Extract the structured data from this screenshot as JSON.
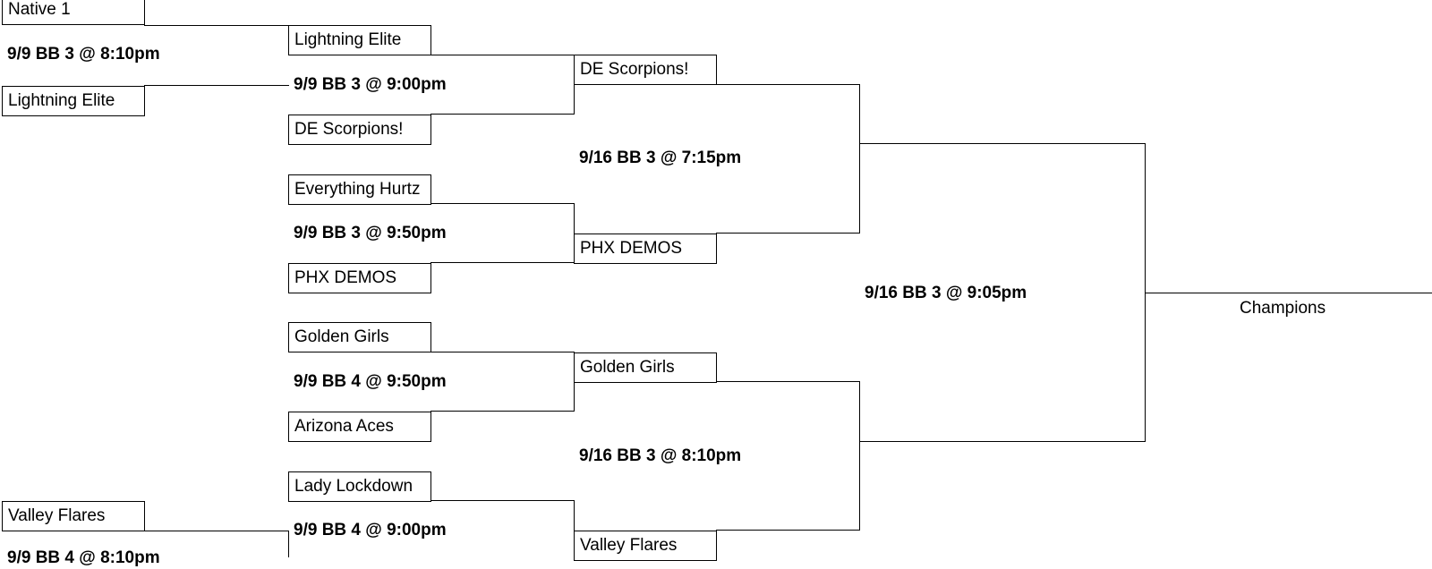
{
  "bracket": {
    "round1": {
      "top": {
        "team_a": "Native 1",
        "game": "9/9 BB 3 @ 8:10pm",
        "team_b": "Lightning Elite"
      },
      "bottom": {
        "team_a": "Valley Flares",
        "game": "9/9 BB 4 @ 8:10pm"
      }
    },
    "round2": [
      {
        "team_a": "Lightning Elite",
        "game": "9/9 BB 3 @ 9:00pm",
        "team_b": "DE Scorpions!"
      },
      {
        "team_a": "Everything Hurtz",
        "game": "9/9 BB 3 @ 9:50pm",
        "team_b": "PHX DEMOS"
      },
      {
        "team_a": "Golden Girls",
        "game": "9/9 BB 4 @ 9:50pm",
        "team_b": "Arizona Aces"
      },
      {
        "team_a": "Lady Lockdown",
        "game": "9/9 BB 4 @ 9:00pm"
      }
    ],
    "round3": [
      {
        "team_a": "DE Scorpions!",
        "game": "9/16 BB 3 @ 7:15pm",
        "team_b": "PHX DEMOS"
      },
      {
        "team_a": "Golden Girls",
        "game": "9/16 BB 3 @ 8:10pm",
        "team_b": "Valley Flares"
      }
    ],
    "final": {
      "game": "9/16 BB 3 @ 9:05pm",
      "champion_label": "Champions"
    }
  }
}
